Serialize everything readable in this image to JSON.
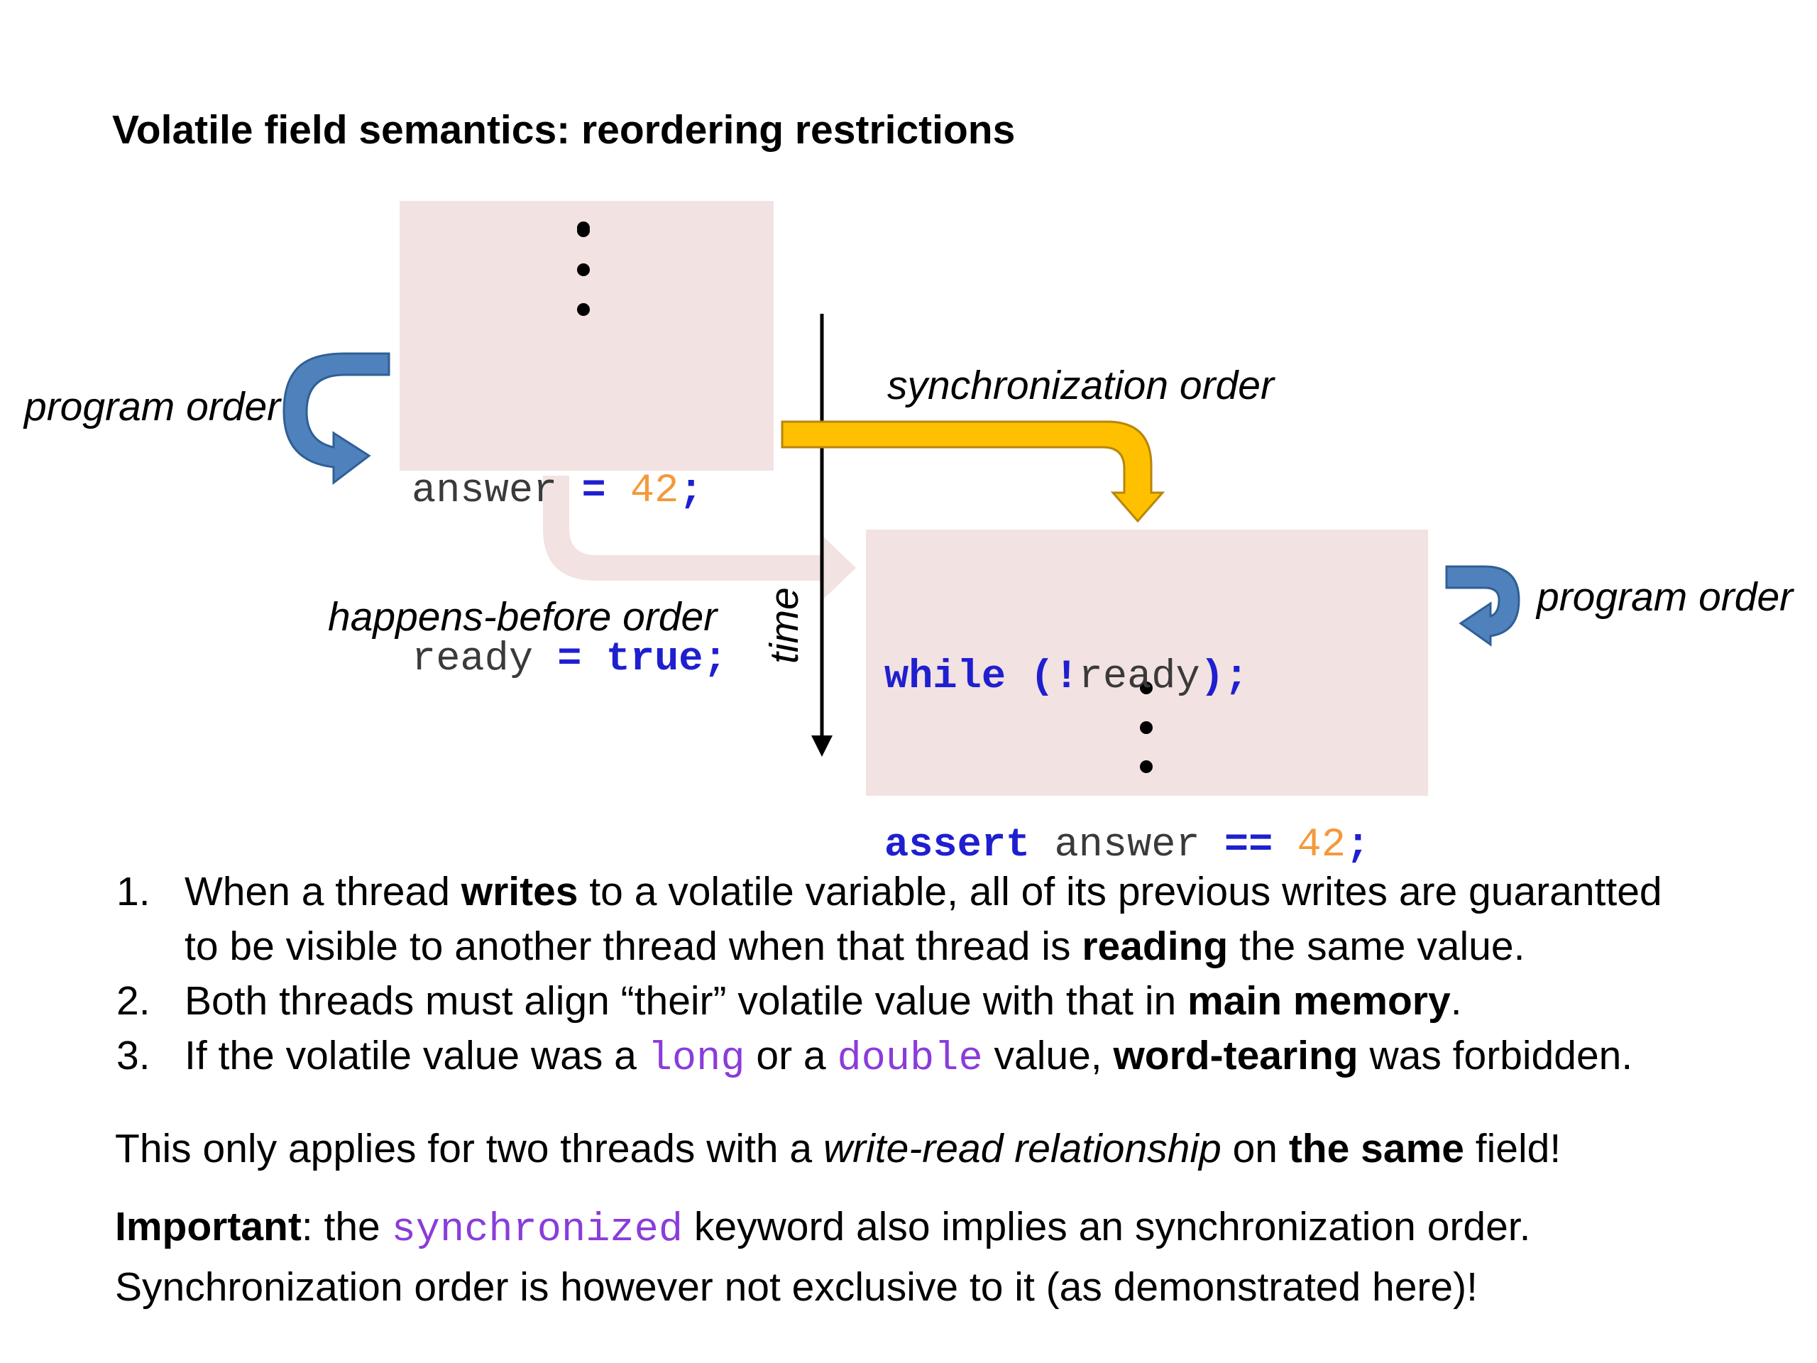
{
  "title": "Volatile field semantics: reordering restrictions",
  "diagram": {
    "thread1_code": {
      "line1": {
        "var": "answer",
        "op": "=",
        "value": "42",
        "semi": ";"
      },
      "line2": {
        "var": "ready",
        "op": "=",
        "value": "true",
        "semi": ";"
      }
    },
    "thread2_code": {
      "line1": {
        "kw": "while",
        "open": "(!",
        "var": "ready",
        "close": ")",
        "semi": ";"
      },
      "line2": {
        "kw": "assert",
        "var": "answer",
        "op": "==",
        "value": "42",
        "semi": ";"
      }
    },
    "labels": {
      "program_order_left": "program order",
      "program_order_right": "program order",
      "synchronization_order": "synchronization order",
      "happens_before_order": "happens-before order",
      "time": "time"
    },
    "colors": {
      "box_fill": "#f2e2e1",
      "program_order_arrow": "#4f81bd",
      "sync_arrow": "#ffc000",
      "keyword": "#1f1fd0",
      "number": "#f39a3b",
      "inline_code": "#8a3cdb"
    }
  },
  "list": [
    {
      "index": "1.",
      "line1": {
        "a": "When a thread ",
        "b": "writes",
        "c": " to a volatile variable, all of its previous writes are guarantted"
      },
      "line2": {
        "a": "to be visible to another thread when that thread is ",
        "b": "reading",
        "c": " the same value."
      }
    },
    {
      "index": "2.",
      "line1": {
        "a": "Both threads must align “their” volatile value with that in ",
        "b": "main memory",
        "c": "."
      }
    },
    {
      "index": "3.",
      "line1": {
        "a": "If the volatile value was a ",
        "code1": "long",
        "b": " or a ",
        "code2": "double",
        "c": " value, ",
        "d": "word-tearing",
        "e": " was forbidden."
      }
    }
  ],
  "note": {
    "a": "This only applies for two threads with a ",
    "b": "write-read relationship",
    "c": " on ",
    "d": "the same",
    "e": " field!"
  },
  "important": {
    "label": "Important",
    "a": ": the ",
    "code": "synchronized",
    "b": " keyword also implies an synchronization order.",
    "line2": "Synchronization order is however not exclusive to it (as demonstrated here)!"
  }
}
